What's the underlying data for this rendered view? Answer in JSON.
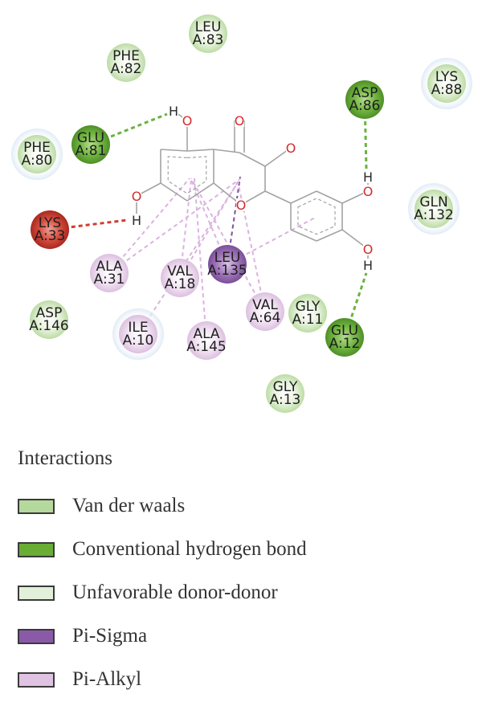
{
  "residues": [
    {
      "name": "LEU",
      "id": "A:83",
      "type": "vdw"
    },
    {
      "name": "PHE",
      "id": "A:82",
      "type": "vdw"
    },
    {
      "name": "LYS",
      "id": "A:88",
      "type": "vdw"
    },
    {
      "name": "ASP",
      "id": "A:86",
      "type": "hbond"
    },
    {
      "name": "GLU",
      "id": "A:81",
      "type": "hbond"
    },
    {
      "name": "PHE",
      "id": "A:80",
      "type": "vdw"
    },
    {
      "name": "GLN",
      "id": "A:132",
      "type": "vdw"
    },
    {
      "name": "LYS",
      "id": "A:33",
      "type": "unfavorable"
    },
    {
      "name": "ALA",
      "id": "A:31",
      "type": "pi-alkyl"
    },
    {
      "name": "VAL",
      "id": "A:18",
      "type": "pi-alkyl"
    },
    {
      "name": "LEU",
      "id": "A:135",
      "type": "pi-sigma"
    },
    {
      "name": "VAL",
      "id": "A:64",
      "type": "pi-alkyl"
    },
    {
      "name": "GLY",
      "id": "A:11",
      "type": "vdw"
    },
    {
      "name": "GLU",
      "id": "A:12",
      "type": "hbond"
    },
    {
      "name": "ASP",
      "id": "A:146",
      "type": "vdw"
    },
    {
      "name": "ILE",
      "id": "A:10",
      "type": "pi-alkyl"
    },
    {
      "name": "ALA",
      "id": "A:145",
      "type": "pi-alkyl"
    },
    {
      "name": "GLY",
      "id": "A:13",
      "type": "vdw"
    }
  ],
  "atom_labels": {
    "oxygen": "O",
    "hydrogen": "H"
  },
  "colors": {
    "vdw": "#cfe6bc",
    "hbond": "#5fa834",
    "unfavorable": "#cc3b2c",
    "pi-sigma": "#9b6fb5",
    "pi-alkyl": "#e2c9e6",
    "oxygen": "#d62b2b",
    "bond": "#a3a3a3",
    "hbond_line": "#69b340",
    "unfavorable_line": "#d23b2f",
    "pi_sigma_line": "#7a52a0",
    "pi_alkyl_line": "#dbb3df"
  },
  "legend": {
    "title": "Interactions",
    "items": [
      {
        "label": "Van der waals",
        "color": "#b5d99c"
      },
      {
        "label": "Conventional hydrogen bond",
        "color": "#6aad35"
      },
      {
        "label": "Unfavorable donor-donor",
        "color": "#e2f0da"
      },
      {
        "label": "Pi-Sigma",
        "color": "#8a5aa8"
      },
      {
        "label": "Pi-Alkyl",
        "color": "#e0c3e2"
      }
    ]
  }
}
